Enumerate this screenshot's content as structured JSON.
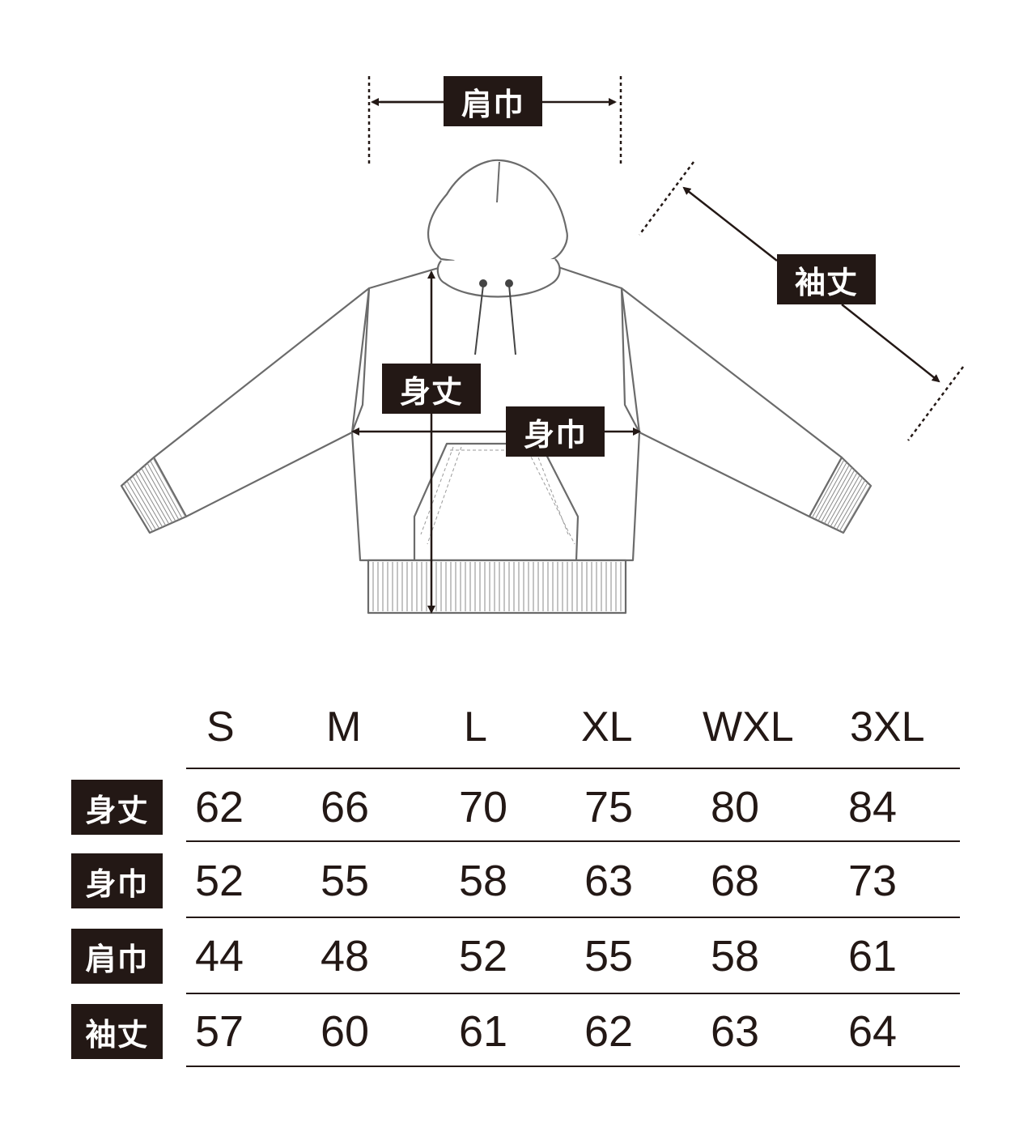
{
  "diagram": {
    "labels": {
      "shoulder": "肩巾",
      "sleeve": "袖丈",
      "length": "身丈",
      "width": "身巾"
    }
  },
  "table": {
    "sizes": [
      "S",
      "M",
      "L",
      "XL",
      "WXL",
      "3XL"
    ],
    "rows": [
      {
        "label": "身丈",
        "values": [
          "62",
          "66",
          "70",
          "75",
          "80",
          "84"
        ]
      },
      {
        "label": "身巾",
        "values": [
          "52",
          "55",
          "58",
          "63",
          "68",
          "73"
        ]
      },
      {
        "label": "肩巾",
        "values": [
          "44",
          "48",
          "52",
          "55",
          "58",
          "61"
        ]
      },
      {
        "label": "袖丈",
        "values": [
          "57",
          "60",
          "61",
          "62",
          "63",
          "64"
        ]
      }
    ]
  },
  "colors": {
    "ink": "#231815",
    "outline": "#6b6b6b",
    "background": "#ffffff"
  }
}
